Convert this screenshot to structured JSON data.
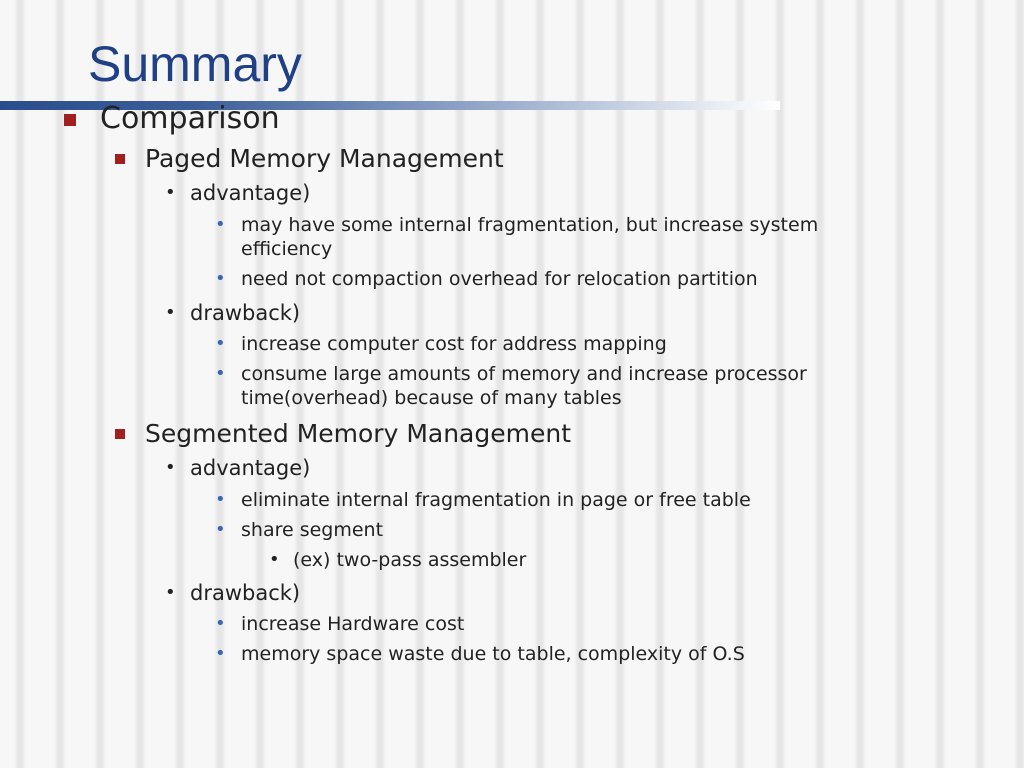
{
  "slide": {
    "title": "Summary",
    "colors": {
      "title": "#1f3f86",
      "square_bullet": "#a21f1f",
      "dot_bullet": "#3a66b0"
    }
  },
  "outline": {
    "comparison": "Comparison",
    "paged": {
      "heading": "Paged Memory Management",
      "advantage": "advantage)",
      "adv_items": [
        "may have some internal fragmentation, but increase system efficiency",
        "need not compaction overhead for relocation partition"
      ],
      "drawback": "drawback)",
      "draw_items": [
        "increase computer cost for address mapping",
        "consume large amounts of memory and increase processor time(overhead) because of many tables"
      ]
    },
    "segmented": {
      "heading": "Segmented Memory Management",
      "advantage": "advantage)",
      "adv_items": [
        "eliminate internal fragmentation in page or free table",
        "share segment"
      ],
      "adv_subitems": [
        "(ex) two-pass assembler"
      ],
      "drawback": "drawback)",
      "draw_items": [
        "increase Hardware cost",
        "memory space waste due to table, complexity of O.S"
      ]
    }
  }
}
